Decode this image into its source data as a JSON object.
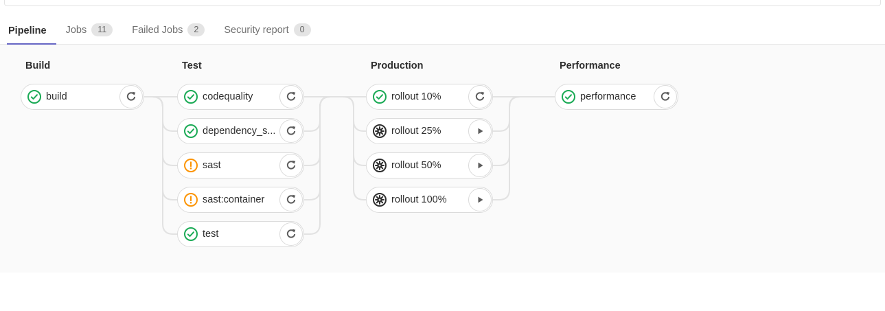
{
  "tabs": [
    {
      "label": "Pipeline",
      "active": true
    },
    {
      "label": "Jobs",
      "badge": "11"
    },
    {
      "label": "Failed Jobs",
      "badge": "2"
    },
    {
      "label": "Security report",
      "badge": "0"
    }
  ],
  "colors": {
    "success": "#1aaa55",
    "warning": "#fc9403",
    "manual": "#2e2e2e",
    "tab_accent": "#6666c4",
    "pill_border": "#dbdbdb",
    "connector": "#e2e2e2",
    "graph_bg": "#fafafa"
  },
  "stages": [
    {
      "name": "Build",
      "jobs": [
        {
          "label": "build",
          "status": "success",
          "status_icon": "check-circle-icon",
          "action": "retry",
          "action_icon": "retry-icon"
        }
      ]
    },
    {
      "name": "Test",
      "jobs": [
        {
          "label": "codequality",
          "status": "success",
          "status_icon": "check-circle-icon",
          "action": "retry",
          "action_icon": "retry-icon"
        },
        {
          "label": "dependency_s...",
          "status": "success",
          "status_icon": "check-circle-icon",
          "action": "retry",
          "action_icon": "retry-icon"
        },
        {
          "label": "sast",
          "status": "warning",
          "status_icon": "warning-circle-icon",
          "action": "retry",
          "action_icon": "retry-icon"
        },
        {
          "label": "sast:container",
          "status": "warning",
          "status_icon": "warning-circle-icon",
          "action": "retry",
          "action_icon": "retry-icon"
        },
        {
          "label": "test",
          "status": "success",
          "status_icon": "check-circle-icon",
          "action": "retry",
          "action_icon": "retry-icon"
        }
      ]
    },
    {
      "name": "Production",
      "jobs": [
        {
          "label": "rollout 10%",
          "status": "success",
          "status_icon": "check-circle-icon",
          "action": "retry",
          "action_icon": "retry-icon"
        },
        {
          "label": "rollout 25%",
          "status": "manual",
          "status_icon": "gear-circle-icon",
          "action": "play",
          "action_icon": "play-icon"
        },
        {
          "label": "rollout 50%",
          "status": "manual",
          "status_icon": "gear-circle-icon",
          "action": "play",
          "action_icon": "play-icon"
        },
        {
          "label": "rollout 100%",
          "status": "manual",
          "status_icon": "gear-circle-icon",
          "action": "play",
          "action_icon": "play-icon"
        }
      ]
    },
    {
      "name": "Performance",
      "jobs": [
        {
          "label": "performance",
          "status": "success",
          "status_icon": "check-circle-icon",
          "action": "retry",
          "action_icon": "retry-icon"
        }
      ]
    }
  ]
}
